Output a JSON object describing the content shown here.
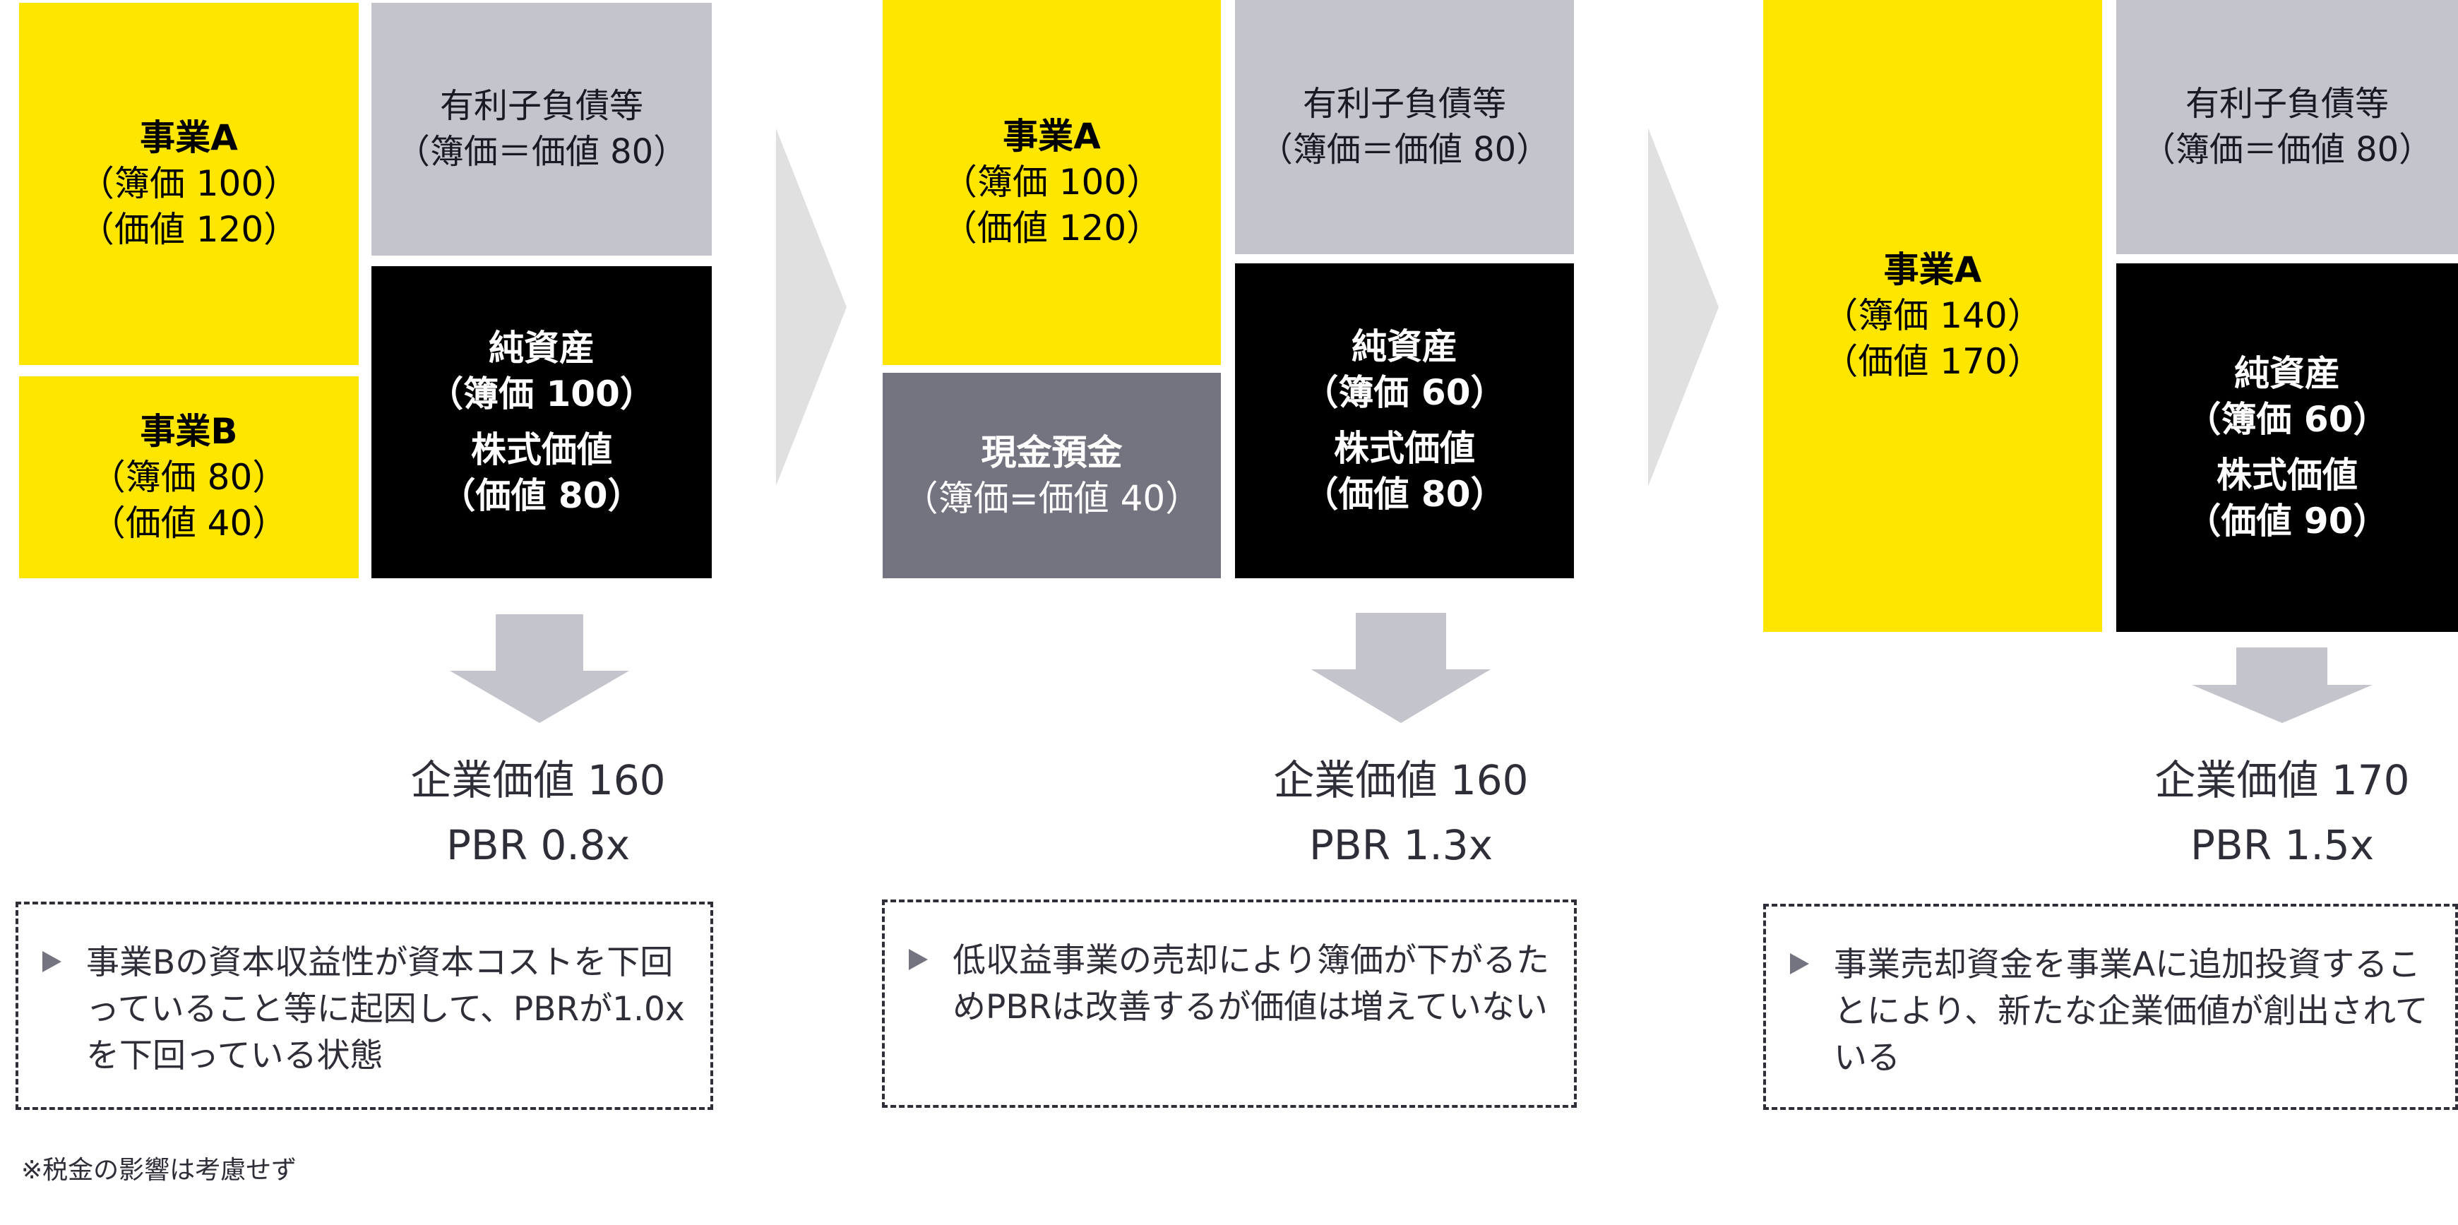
{
  "colors": {
    "business": "#ffe600",
    "debt": "#c4c4cd",
    "equity": "#000000",
    "cash": "#747480",
    "arrow": "#c4c4cd",
    "chevron": "#e0e0e0",
    "text": "#2e2e38"
  },
  "panels": [
    {
      "business_a": {
        "title": "事業A",
        "book": "（簿価 100）",
        "value": "（価値 120）"
      },
      "business_b": {
        "title": "事業B",
        "book": "（簿価 80）",
        "value": "（価値 40）"
      },
      "debt": {
        "title": "有利子負債等",
        "sub": "（簿価＝価値 80）"
      },
      "equity": {
        "title": "純資産",
        "book": "（簿価 100）",
        "title2": "株式価値",
        "value": "（価値 80）"
      },
      "enterprise_value": "企業価値 160",
      "pbr": "PBR 0.8x",
      "note": "事業Bの資本収益性が資本コストを下回っていること等に起因して、PBRが1.0xを下回っている状態"
    },
    {
      "business_a": {
        "title": "事業A",
        "book": "（簿価 100）",
        "value": "（価値 120）"
      },
      "cash": {
        "title": "現金預金",
        "sub": "（簿価=価値 40）"
      },
      "debt": {
        "title": "有利子負債等",
        "sub": "（簿価＝価値 80）"
      },
      "equity": {
        "title": "純資産",
        "book": "（簿価 60）",
        "title2": "株式価値",
        "value": "（価値 80）"
      },
      "enterprise_value": "企業価値 160",
      "pbr": "PBR 1.3x",
      "note": "低収益事業の売却により簿価が下がるためPBRは改善するが価値は増えていない"
    },
    {
      "business_a": {
        "title": "事業A",
        "book": "（簿価 140）",
        "value": "（価値 170）"
      },
      "debt": {
        "title": "有利子負債等",
        "sub": "（簿価＝価値 80）"
      },
      "equity": {
        "title": "純資産",
        "book": "（簿価 60）",
        "title2": "株式価値",
        "value": "（価値 90）"
      },
      "enterprise_value": "企業価値 170",
      "pbr": "PBR 1.5x",
      "note": "事業売却資金を事業Aに追加投資することにより、新たな企業価値が創出されている"
    }
  ],
  "footnote": "※税金の影響は考慮せず"
}
